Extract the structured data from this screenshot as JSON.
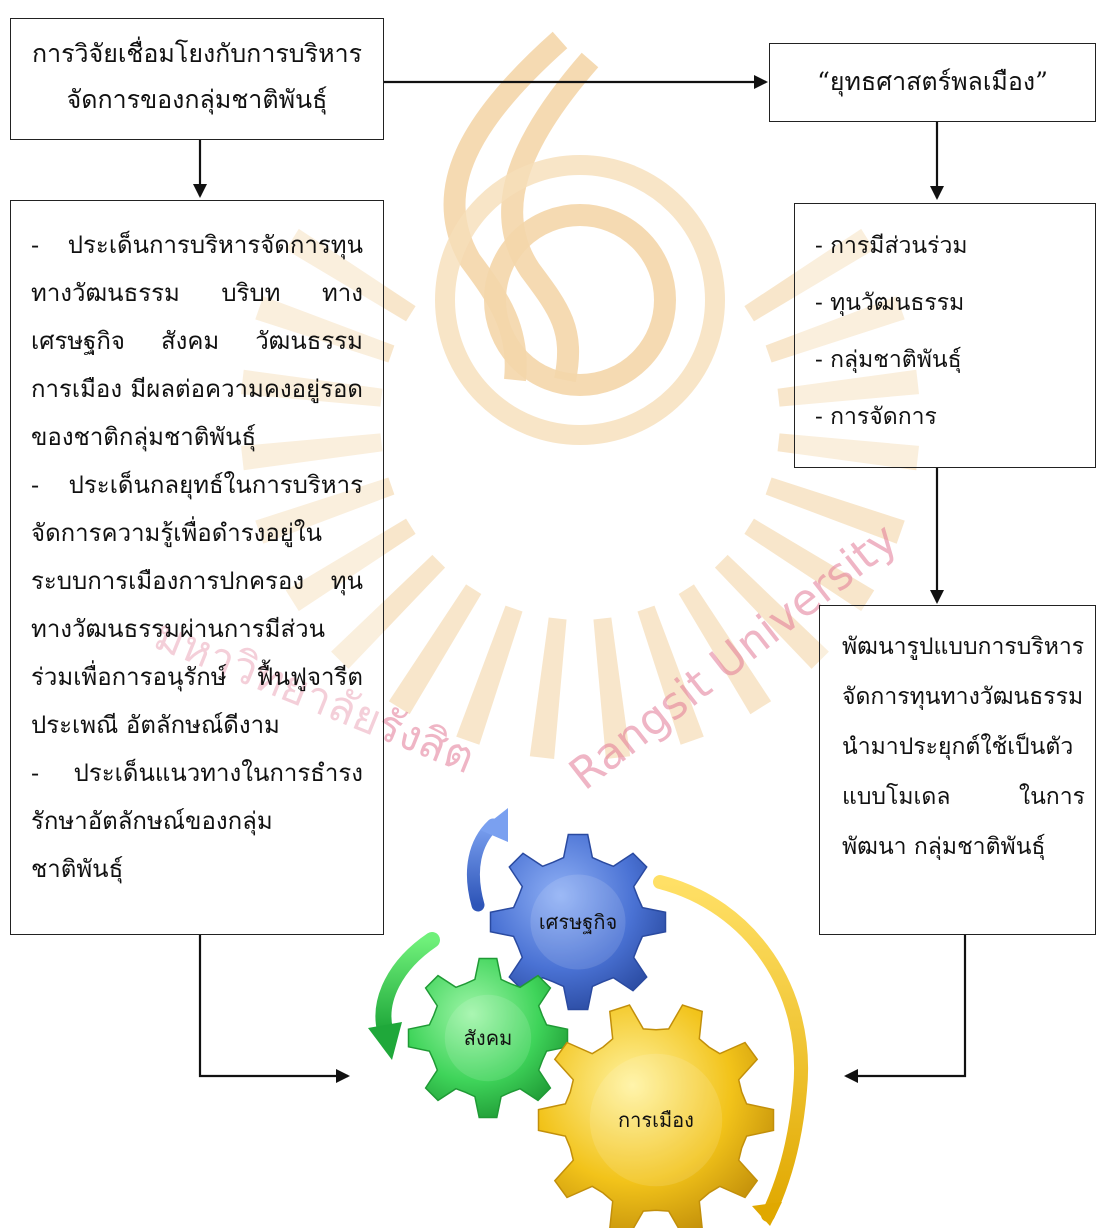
{
  "top_left_box": {
    "text": "การวิจัยเชื่อมโยงกับการบริหาร\nจัดการของกลุ่มชาติพันธุ์"
  },
  "top_right_box": {
    "text": "“ยุทธศาสตร์พลเมือง”"
  },
  "left_box": {
    "items": [
      "- ประเด็นการบริหารจัดการทุนทางวัฒนธรรม บริบท ทางเศรษฐกิจ สังคม วัฒนธรรม การเมือง มีผลต่อความคงอยู่รอดของชาติกลุ่มชาติพันธุ์",
      "- ประเด็นกลยุทธ์ในการบริหารจัดการความรู้เพื่อดำรงอยู่ในระบบการเมืองการปกครอง ทุนทางวัฒนธรรมผ่านการมีส่วนร่วมเพื่อการอนุรักษ์ ฟื้นฟูจารีตประเพณี อัตลักษณ์ดีงาม",
      "- ประเด็นแนวทางในการธำรงรักษาอัตลักษณ์ของกลุ่มชาติพันธุ์"
    ]
  },
  "right_box": {
    "items": [
      "- การมีส่วนร่วม",
      "- ทุนวัฒนธรรม",
      "- กลุ่มชาติพันธุ์",
      "- การจัดการ"
    ]
  },
  "right_bottom_box": {
    "text": "พัฒนารูปแบบการบริหารจัดการทุนทางวัฒนธรรม นำมาประยุกต์ใช้เป็นตัวแบบโมเดล ในการพัฒนา กลุ่มชาติพันธุ์"
  },
  "gears": {
    "economy": "เศรษฐกิจ",
    "society": "สังคม",
    "politics": "การเมือง"
  },
  "watermark": {
    "thai": "มหาวิทยาลัยรังสิต",
    "latin": "Rangsit University"
  },
  "colors": {
    "gear_blue": "#4a72d4",
    "gear_green": "#3fd45a",
    "gear_yellow": "#f2c31a",
    "watermark_logo": "#f4d9b0",
    "watermark_text": "#e07a96"
  }
}
